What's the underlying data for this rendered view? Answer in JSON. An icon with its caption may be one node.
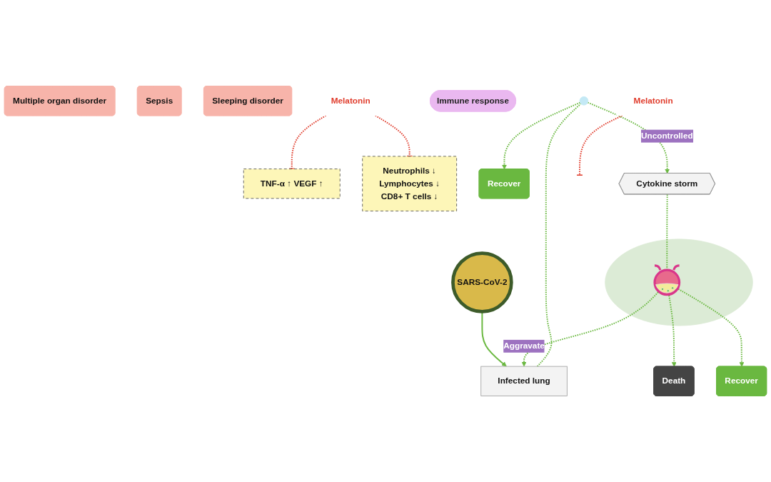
{
  "diagram": {
    "nodes": [
      {
        "text": [
          "TNF-α ↑ VEGF ↑"
        ]
      },
      {
        "text": [],
        "shape": "circle"
      },
      {
        "text": [
          "Immune response"
        ]
      },
      {
        "text": [
          "Neutrophils ↓",
          "Lymphocytes ↓",
          "CD8+ T cells ↓"
        ]
      },
      {
        "text": [
          "Melatonin"
        ]
      },
      {
        "text": [
          "Recover"
        ]
      },
      {
        "text": [
          "Infected lung"
        ]
      },
      {
        "text": [
          "SARS-CoV-2"
        ]
      },
      {
        "text": [
          "Cytokine storm"
        ]
      },
      {
        "text": [
          "Multiple organ disorder"
        ]
      },
      {
        "text": [
          "Sepsis"
        ]
      },
      {
        "text": [
          "Sleeping disorder"
        ]
      },
      {
        "text": [],
        "shape": "circle"
      },
      {
        "text": [],
        "shape": "picture",
        "in": 12
      },
      {
        "text": [
          "Death"
        ]
      },
      {
        "text": [
          "Recover"
        ]
      },
      {
        "text": [
          "Melatonin"
        ]
      }
    ],
    "edges": [
      {
        "from": 4,
        "to": 0,
        "arrow": "other",
        "style": "dashed",
        "color": "#e03c2c"
      },
      {
        "from": 4,
        "to": 3,
        "arrow": "other",
        "style": "dashed",
        "color": "#e03c2c"
      },
      {
        "from": 7,
        "to": 6,
        "arrow": "to"
      },
      {
        "from": 6,
        "to": 1,
        "arrow": "none",
        "style": "dashed"
      },
      {
        "from": 1,
        "to": 5,
        "arrow": "to",
        "style": "dashed"
      },
      {
        "from": 1,
        "to": 8,
        "arrow": "to",
        "style": "dashed",
        "label": "Uncontrolled"
      },
      {
        "from": 8,
        "to": 13,
        "arrow": "none",
        "style": "dashed"
      },
      {
        "from": 13,
        "to": 6,
        "arrow": "to",
        "style": "dashed",
        "label": "Aggravate"
      },
      {
        "from": 13,
        "to": 14,
        "arrow": "to",
        "style": "dashed"
      },
      {
        "from": 13,
        "to": 15,
        "arrow": "to",
        "style": "dashed"
      },
      {
        "from": 16,
        "to": null,
        "arrow": "other",
        "style": "dashed",
        "color": "#e03c2c"
      }
    ]
  }
}
